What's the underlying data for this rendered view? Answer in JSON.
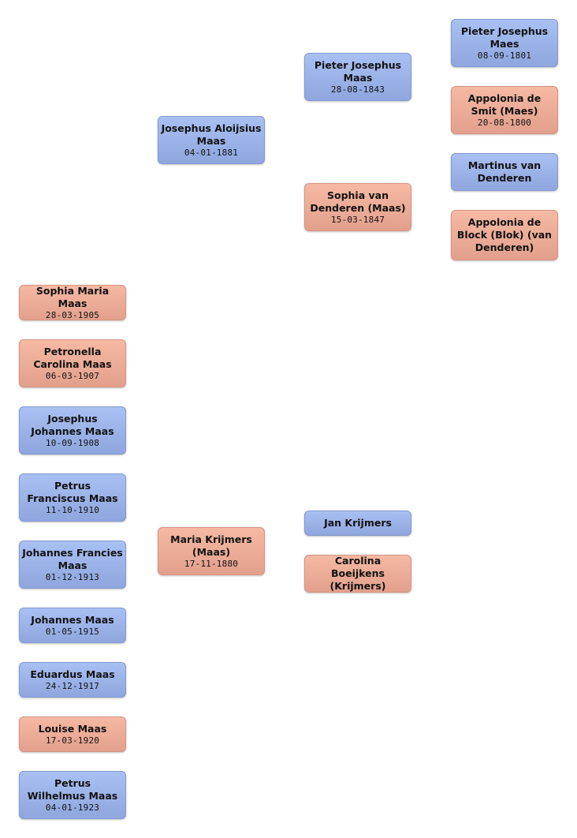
{
  "persons": {
    "pjmaes": {
      "name": "Pieter Josephus Maes",
      "date": "08-09-1801",
      "sex": "m"
    },
    "asmit": {
      "name": "Appolonia de Smit (Maes)",
      "date": "20-08-1800",
      "sex": "f"
    },
    "mvd": {
      "name": "Martinus van Denderen",
      "date": "",
      "sex": "m"
    },
    "ablock": {
      "name": "Appolonia de Block (Blok) (van Denderen)",
      "date": "",
      "sex": "f"
    },
    "pjmaas": {
      "name": "Pieter Josephus Maas",
      "date": "28-08-1843",
      "sex": "m"
    },
    "svd": {
      "name": "Sophia van Denderen (Maas)",
      "date": "15-03-1847",
      "sex": "f"
    },
    "jamaas": {
      "name": "Josephus Aloijsius Maas",
      "date": "04-01-1881",
      "sex": "m"
    },
    "mkrijmers": {
      "name": "Maria Krijmers (Maas)",
      "date": "17-11-1880",
      "sex": "f"
    },
    "jkrijmers": {
      "name": "Jan Krijmers",
      "date": "",
      "sex": "m"
    },
    "cboeij": {
      "name": "Carolina Boeijkens (Krijmers)",
      "date": "",
      "sex": "f"
    },
    "c1": {
      "name": "Sophia Maria Maas",
      "date": "28-03-1905",
      "sex": "f"
    },
    "c2": {
      "name": "Petronella Carolina Maas",
      "date": "06-03-1907",
      "sex": "f"
    },
    "c3": {
      "name": "Josephus Johannes Maas",
      "date": "10-09-1908",
      "sex": "m"
    },
    "c4": {
      "name": "Petrus Franciscus Maas",
      "date": "11-10-1910",
      "sex": "m"
    },
    "c5": {
      "name": "Johannes Francies Maas",
      "date": "01-12-1913",
      "sex": "m"
    },
    "c6": {
      "name": "Johannes Maas",
      "date": "01-05-1915",
      "sex": "m"
    },
    "c7": {
      "name": "Eduardus Maas",
      "date": "24-12-1917",
      "sex": "m"
    },
    "c8": {
      "name": "Louise Maas",
      "date": "17-03-1920",
      "sex": "f"
    },
    "c9": {
      "name": "Petrus Wilhelmus Maas",
      "date": "04-01-1923",
      "sex": "m"
    }
  }
}
